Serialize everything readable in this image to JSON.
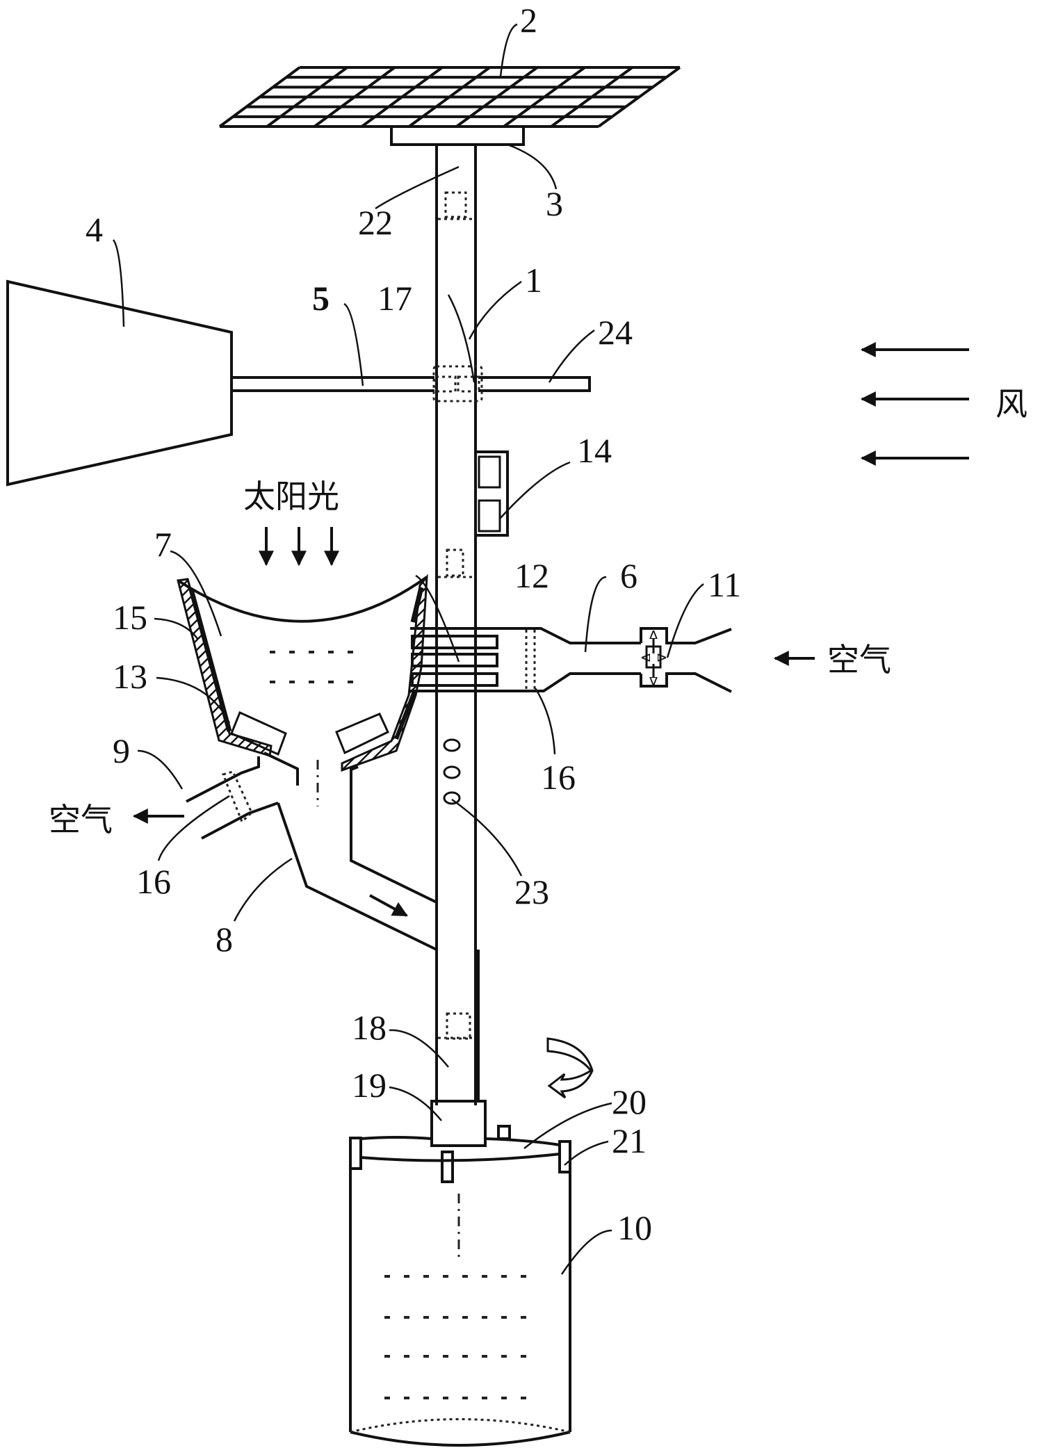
{
  "figure": {
    "type": "patent-schematic",
    "description": "Solar and wind powered air-water harvesting tower",
    "part_labels": {
      "pole": "1",
      "solar_panel": "2",
      "panel_mount": "3",
      "wind_vane": "4",
      "vane_arm": "5",
      "air_inlet_duct": "6",
      "collector_bowl": "7",
      "drain_pipe": "8",
      "air_outlet": "9",
      "water_tank": "10",
      "inlet_valve": "11",
      "cooling_fins": "12",
      "inner_lining": "13",
      "control_box": "14",
      "insulation_layer": "15",
      "filter_inlet": "16",
      "filter_outlet": "16",
      "bearing_joint": "17",
      "lower_pipe": "18",
      "coupling": "19",
      "tank_lid": "20",
      "lid_clamp": "21",
      "upper_pole": "22",
      "vent_holes": "23",
      "counter_arm": "24"
    },
    "annotations": {
      "wind": "风",
      "sunlight": "太阳光",
      "air_in": "空气",
      "air_out": "空气"
    },
    "icons": {
      "wind_arrows": "arrow-left-icon",
      "sun_arrows": "arrow-down-icon",
      "flow_arrow": "arrow-down-right-icon",
      "rotation": "rotate-arrow-icon",
      "valve": "four-way-valve-icon"
    }
  }
}
